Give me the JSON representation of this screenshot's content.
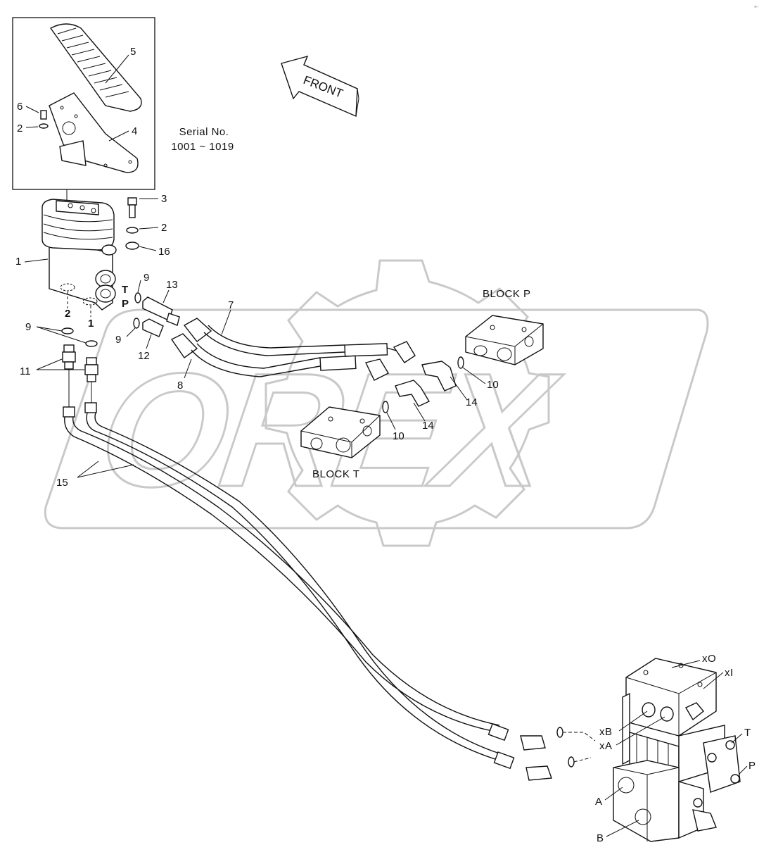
{
  "watermark": {
    "text": "OREX"
  },
  "serial": {
    "line1": "Serial No.",
    "line2": "1001 ~ 1019"
  },
  "front_arrow": {
    "text": "FRONT"
  },
  "blocks": {
    "p": "BLOCK P",
    "t": "BLOCK T"
  },
  "port_letters": {
    "t": "T",
    "p": "P",
    "two": "2",
    "one": "1"
  },
  "callouts": {
    "c1": "1",
    "c2a": "2",
    "c2b": "2",
    "c3": "3",
    "c4": "4",
    "c5": "5",
    "c6": "6",
    "c7": "7",
    "c8": "8",
    "c9a": "9",
    "c9b": "9",
    "c9c": "9",
    "c10a": "10",
    "c10b": "10",
    "c11": "11",
    "c12": "12",
    "c13": "13",
    "c14a": "14",
    "c14b": "14",
    "c15": "15",
    "c16": "16"
  },
  "valve_ports": {
    "xo": "xO",
    "xi": "xI",
    "xb": "xB",
    "xa": "xA",
    "t": "T",
    "p": "P",
    "a": "A",
    "b": "B"
  }
}
